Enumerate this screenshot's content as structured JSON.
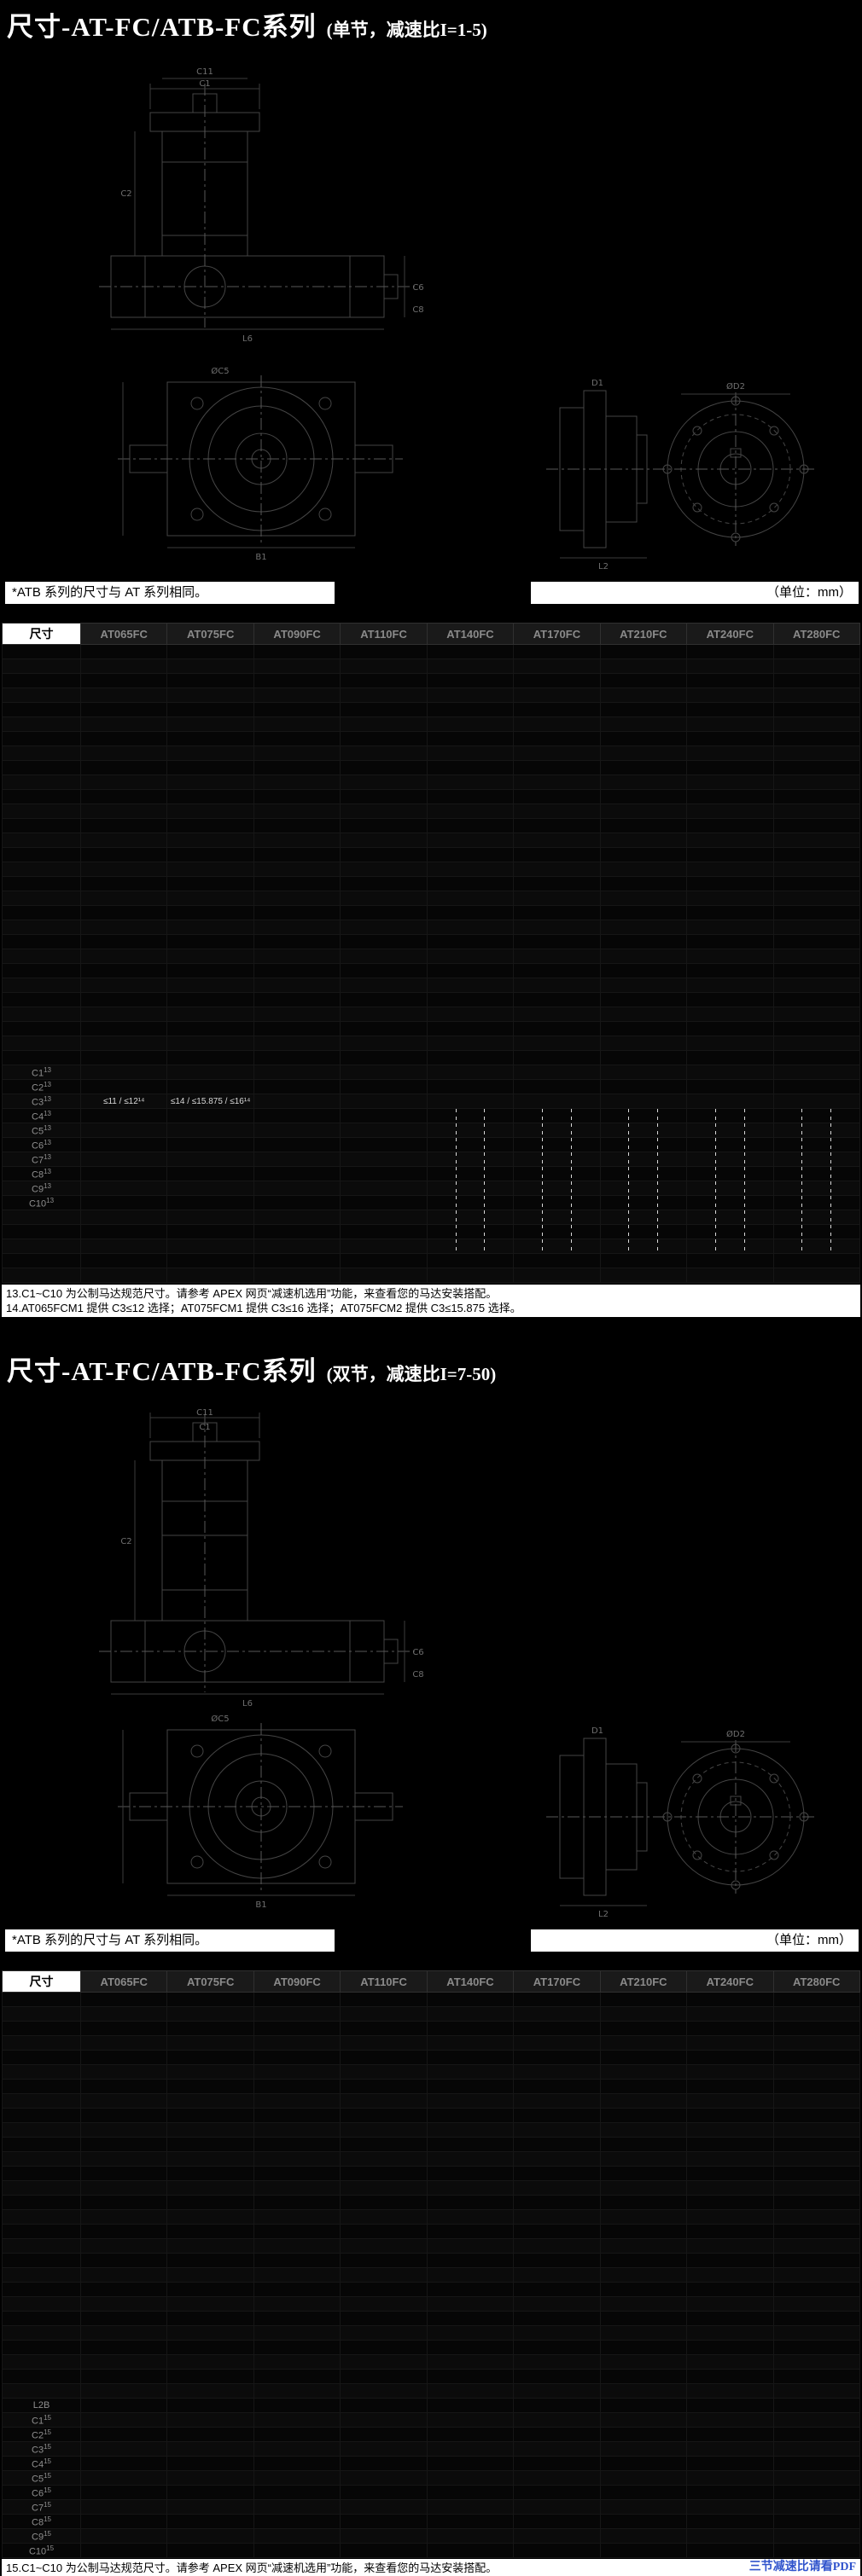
{
  "page": {
    "background": "#000000",
    "accent_blue": "#2f53cc"
  },
  "sections": [
    {
      "title": "尺寸-AT-FC/ATB-FC系列",
      "subtitle": "(单节，减速比I=1-5)",
      "note": "*ATB 系列的尺寸与 AT 系列相同。",
      "unit_label": "（单位：mm）",
      "table": {
        "header": [
          "尺寸",
          "AT065FC",
          "AT075FC",
          "AT090FC",
          "AT110FC",
          "AT140FC",
          "AT170FC",
          "AT210FC",
          "AT240FC",
          "AT280FC"
        ],
        "blank_rows_before": 29,
        "rows": [
          {
            "label": "C1",
            "sup": "13",
            "cells": [
              "",
              "",
              "",
              "",
              "",
              "",
              "",
              "",
              ""
            ]
          },
          {
            "label": "C2",
            "sup": "13",
            "cells": [
              "",
              "",
              "",
              "",
              "",
              "",
              "",
              "",
              ""
            ]
          },
          {
            "label": "C3",
            "sup": "13",
            "cells": [
              "≤11 / ≤12¹⁴",
              "≤14 / ≤15.875 / ≤16¹⁴",
              "",
              "",
              "",
              "",
              "",
              "",
              ""
            ]
          },
          {
            "label": "C4",
            "sup": "13",
            "cells": [
              "",
              "",
              "",
              "",
              "",
              "",
              "",
              "",
              ""
            ]
          },
          {
            "label": "C5",
            "sup": "13",
            "cells": [
              "",
              "",
              "",
              "",
              "",
              "",
              "",
              "",
              ""
            ]
          },
          {
            "label": "C6",
            "sup": "13",
            "cells": [
              "",
              "",
              "",
              "",
              "",
              "",
              "",
              "",
              ""
            ]
          },
          {
            "label": "C7",
            "sup": "13",
            "cells": [
              "",
              "",
              "",
              "",
              "",
              "",
              "",
              "",
              ""
            ]
          },
          {
            "label": "C8",
            "sup": "13",
            "cells": [
              "",
              "",
              "",
              "",
              "",
              "",
              "",
              "",
              ""
            ]
          },
          {
            "label": "C9",
            "sup": "13",
            "cells": [
              "",
              "",
              "",
              "",
              "",
              "",
              "",
              "",
              ""
            ]
          },
          {
            "label": "C10",
            "sup": "13",
            "cells": [
              "",
              "",
              "",
              "",
              "",
              "",
              "",
              "",
              ""
            ]
          }
        ],
        "blank_rows_after": 5,
        "dashed_region": {
          "row_start": 32,
          "row_end": 41,
          "col_start": 5
        }
      },
      "footnotes": [
        "13.C1~C10 为公制马达规范尺寸。请参考 APEX 网页“减速机选用”功能，来查看您的马达安装搭配。",
        "14.AT065FCM1 提供 C3≤12 选择；AT075FCM1 提供 C3≤16 选择；AT075FCM2 提供 C3≤15.875 选择。"
      ]
    },
    {
      "title": "尺寸-AT-FC/ATB-FC系列",
      "subtitle": "(双节，减速比I=7-50)",
      "note": "*ATB 系列的尺寸与 AT 系列相同。",
      "unit_label": "（单位：mm）",
      "table": {
        "header": [
          "尺寸",
          "AT065FC",
          "AT075FC",
          "AT090FC",
          "AT110FC",
          "AT140FC",
          "AT170FC",
          "AT210FC",
          "AT240FC",
          "AT280FC"
        ],
        "blank_rows_before": 28,
        "rows": [
          {
            "label": "L2B",
            "sup": "",
            "cells": [
              "",
              "",
              "",
              "",
              "",
              "",
              "",
              "",
              ""
            ]
          },
          {
            "label": "C1",
            "sup": "15",
            "cells": [
              "",
              "",
              "",
              "",
              "",
              "",
              "",
              "",
              ""
            ]
          },
          {
            "label": "C2",
            "sup": "15",
            "cells": [
              "",
              "",
              "",
              "",
              "",
              "",
              "",
              "",
              ""
            ]
          },
          {
            "label": "C3",
            "sup": "15",
            "cells": [
              "",
              "",
              "",
              "",
              "",
              "",
              "",
              "",
              ""
            ]
          },
          {
            "label": "C4",
            "sup": "15",
            "cells": [
              "",
              "",
              "",
              "",
              "",
              "",
              "",
              "",
              ""
            ]
          },
          {
            "label": "C5",
            "sup": "15",
            "cells": [
              "",
              "",
              "",
              "",
              "",
              "",
              "",
              "",
              ""
            ]
          },
          {
            "label": "C6",
            "sup": "15",
            "cells": [
              "",
              "",
              "",
              "",
              "",
              "",
              "",
              "",
              ""
            ]
          },
          {
            "label": "C7",
            "sup": "15",
            "cells": [
              "",
              "",
              "",
              "",
              "",
              "",
              "",
              "",
              ""
            ]
          },
          {
            "label": "C8",
            "sup": "15",
            "cells": [
              "",
              "",
              "",
              "",
              "",
              "",
              "",
              "",
              ""
            ]
          },
          {
            "label": "C9",
            "sup": "15",
            "cells": [
              "",
              "",
              "",
              "",
              "",
              "",
              "",
              "",
              ""
            ]
          },
          {
            "label": "C10",
            "sup": "15",
            "cells": [
              "",
              "",
              "",
              "",
              "",
              "",
              "",
              "",
              ""
            ]
          }
        ],
        "blank_rows_after": 0
      },
      "footnotes": [
        "15.C1~C10 为公制马达规范尺寸。请参考 APEX 网页“减速机选用”功能，来查看您的马达安装搭配。"
      ],
      "pdf_link": "三节减速比请看PDF"
    }
  ],
  "drawings": {
    "s1": {
      "d1": "C11",
      "d2": "C1",
      "d3": "C2",
      "d4": "C6",
      "d5": "C8",
      "d6": "L6",
      "d7": "ØC5",
      "d8": "B1",
      "d9": "D1",
      "d10": "L2",
      "d11": "ØD2"
    },
    "s2": {
      "d1": "C11",
      "d2": "C1",
      "d3": "C2",
      "d4": "C6",
      "d5": "C8",
      "d6": "L6",
      "d7": "ØC5",
      "d8": "B1",
      "d9": "D1",
      "d10": "L2",
      "d11": "ØD2"
    }
  }
}
